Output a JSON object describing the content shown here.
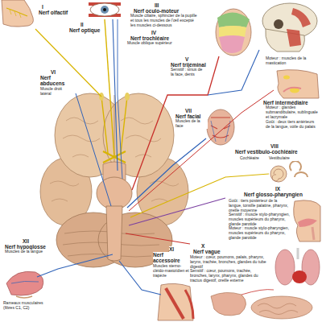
{
  "diagram": {
    "labels": [
      "I",
      "Nerf olfactif",
      "II",
      "Nerf optique",
      "III",
      "Nerf oculo-moteur",
      "Muscle ciliaire, sphincter de la pupille et tous les muscles de l'œil excepté les muscles ci-dessous",
      "IV",
      "Nerf trochléaire",
      "Muscle oblique supérieur",
      "V",
      "Nerf trijéminal",
      "Sensitif : sinus de la face, dents",
      "Moteur : muscles de la mastication",
      "VI",
      "Nerf abducens",
      "Muscle droit latéral",
      "VII",
      "Nerf facial",
      "Muscles de la face",
      "Nerf intermédiaire",
      "Moteur : glandes submandibulaire, sublinguale et lacrymale",
      "Goût : deux tiers antérieurs de la langue, voile du palais",
      "VIII",
      "Nerf vestibulo-cochléaire",
      "Cochléaire",
      "Vestibulaire",
      "IX",
      "Nerf glosso-pharyngien",
      "Goût : tiers postérieur de la langue, tonsille palatine, pharynx, oreille moyenne",
      "Sensitif : muscle stylo-pharyngien, muscles supérieurs du pharynx, glande parotide",
      "Moteur : muscle stylo-pharyngien, muscles supérieurs du pharynx, glande parotide",
      "X",
      "Nerf vague",
      "Moteur : cœur, poumons, palais, pharynx, larynx, trachée, bronches, glandes du tube digestif",
      "Sensitif : cœur, poumons, trachée, bronches, larynx, pharynx, glandes du tractus digestif, oreille externe",
      "XI",
      "Nerf accessoire",
      "Muscles sterno-cléido-mastoïdien et trapèze",
      "XII",
      "Nerf hypoglosse",
      "Muscles de la langue",
      "Rameaux musculaires (fibres C1, C2)"
    ]
  }
}
